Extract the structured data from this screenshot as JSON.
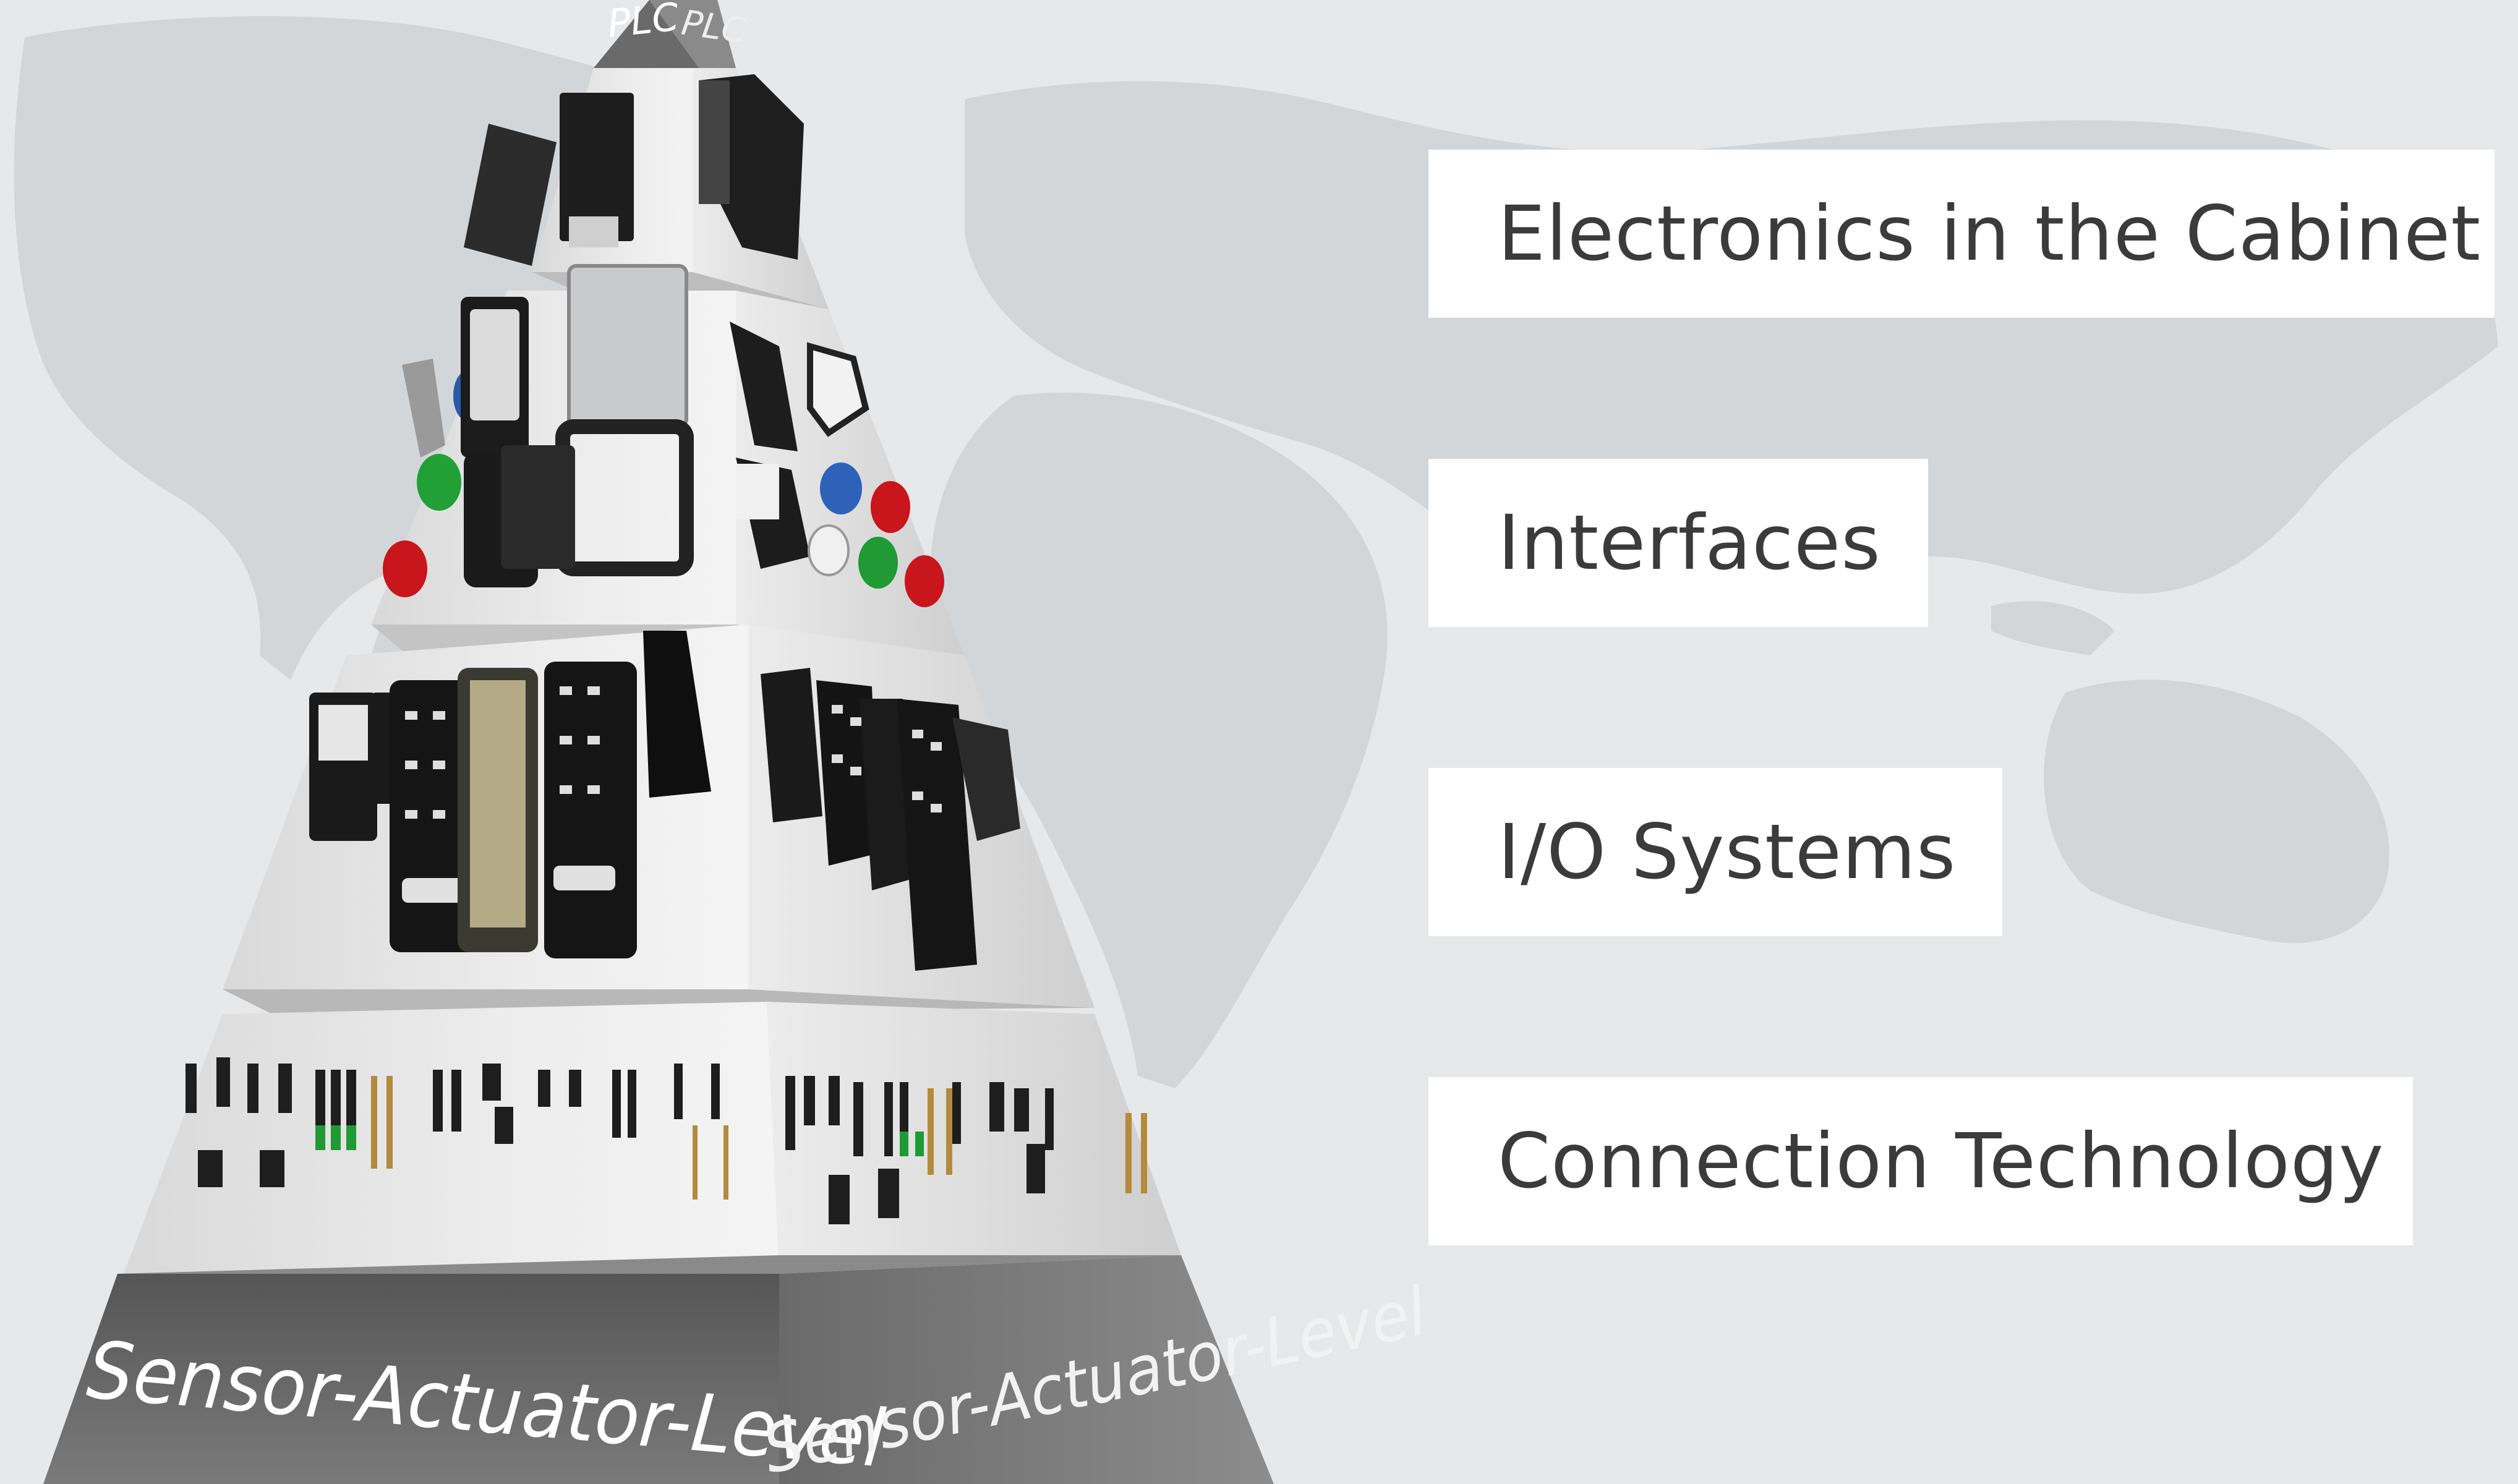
{
  "pyramid": {
    "top_label_front": "PLC",
    "top_label_side": "PLC",
    "base_label_front": "Sensor-Actuator-Level",
    "base_label_side": "Sensor-Actuator-Level"
  },
  "categories": [
    "Electronics in the Cabinet",
    "Interfaces",
    "I/O Systems",
    "Connection Technology"
  ],
  "colors": {
    "background": "#e6e8ea",
    "map": "#d4d7da",
    "label_box": "#ffffff",
    "label_text": "#3b3b3b",
    "base_tier": "#6e6e6e"
  }
}
